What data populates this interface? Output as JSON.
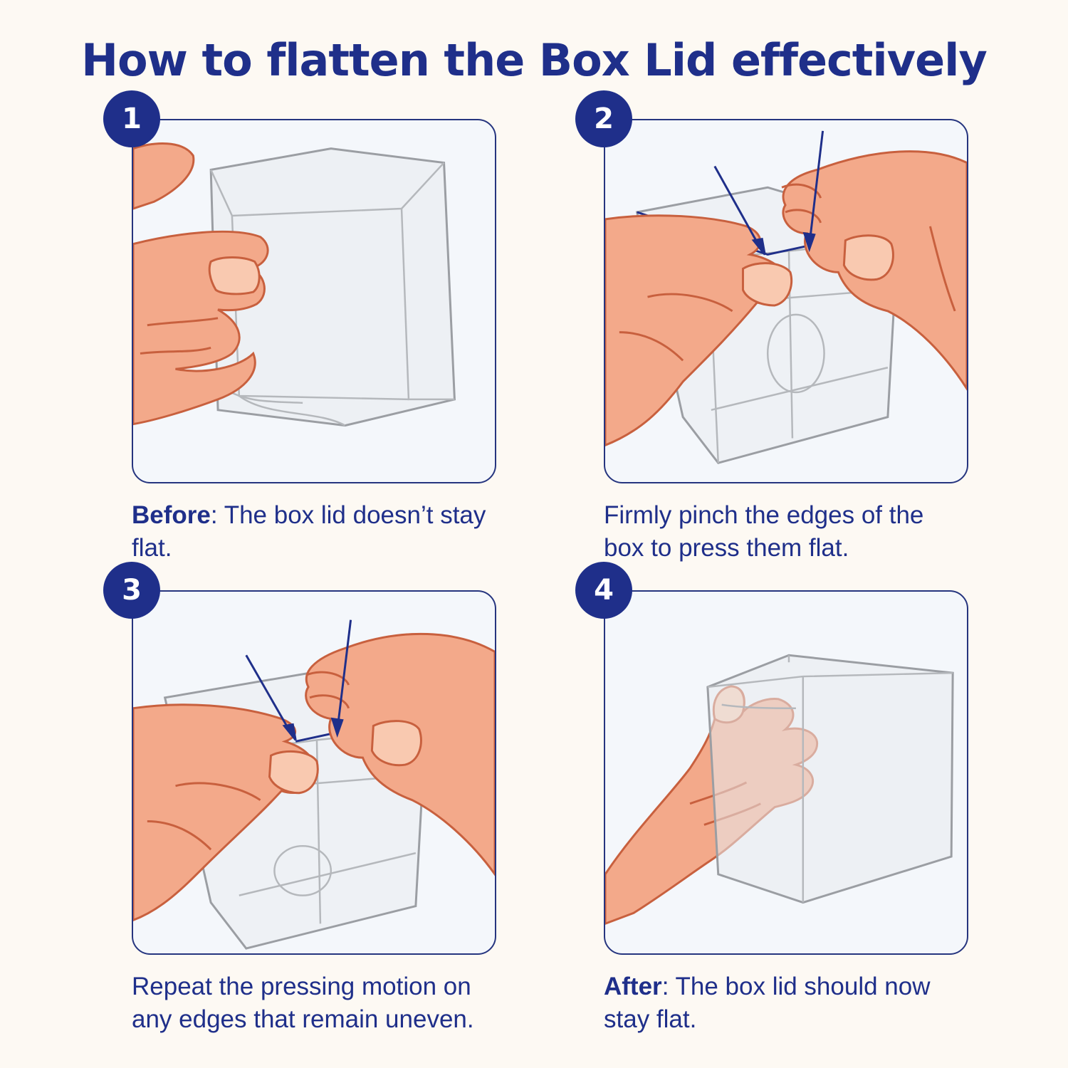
{
  "title": "How to flatten the Box Lid effectively",
  "colors": {
    "accent": "#1f2f8a",
    "background": "#fdf9f3",
    "panel": "#f4f7fb",
    "skin": "#f3a98a",
    "skin_outline": "#c8603e"
  },
  "steps": [
    {
      "number": "1",
      "bold": "Before",
      "text": ": The box lid doesn’t stay flat."
    },
    {
      "number": "2",
      "bold": "",
      "text": "Firmly pinch the edges of the box to press them flat."
    },
    {
      "number": "3",
      "bold": "",
      "text": "Repeat the pressing motion on any edges that remain uneven."
    },
    {
      "number": "4",
      "bold": "After",
      "text": ": The box lid should now stay flat."
    }
  ]
}
